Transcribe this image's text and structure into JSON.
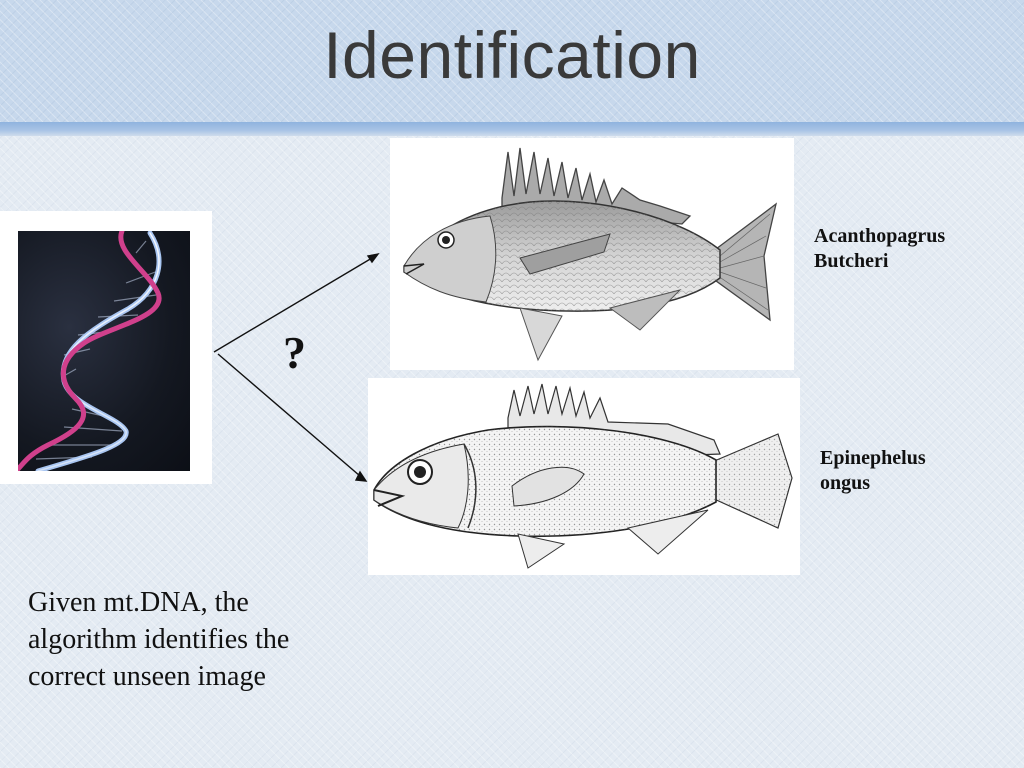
{
  "slide": {
    "title": "Identification",
    "question_mark": "?",
    "caption_lines": [
      "Given mt.DNA, the",
      "algorithm identifies the",
      "correct unseen image"
    ]
  },
  "images": {
    "dna": {
      "icon": "dna-helix-image"
    },
    "fish_top": {
      "icon": "fish-illustration",
      "label": "Acanthopagrus\nButcheri"
    },
    "fish_bottom": {
      "icon": "fish-illustration",
      "label": "Epinephelus\nongus"
    }
  },
  "colors": {
    "header": "#c7d8ec",
    "stripe": "#8fb3de",
    "background": "#e4ebf3",
    "title_text": "#3a3a3a",
    "dna_strand_pink": "#d0408c",
    "dna_strand_blue": "#a9c6f2"
  }
}
